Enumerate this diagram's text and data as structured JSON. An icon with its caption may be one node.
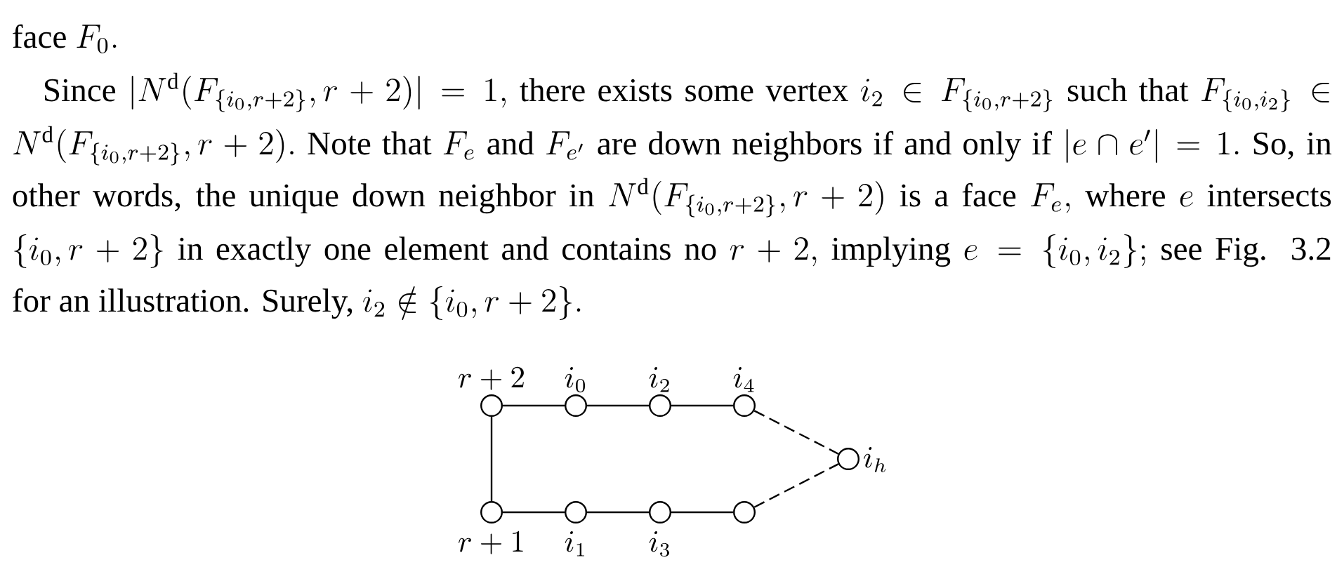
{
  "diagram": {
    "nodes": [
      {
        "text": [],
        "shape": "circle",
        "beside": [
          "r+2"
        ]
      },
      {
        "text": [],
        "shape": "circle",
        "beside": [
          "i_0"
        ]
      },
      {
        "text": [],
        "shape": "circle",
        "beside": [
          "i_2"
        ]
      },
      {
        "text": [],
        "shape": "circle",
        "beside": [
          "i_4"
        ]
      },
      {
        "text": [],
        "shape": "circle",
        "beside": [
          "i_h"
        ]
      },
      {
        "text": [],
        "shape": "circle",
        "beside": [
          "r+1"
        ]
      },
      {
        "text": [],
        "shape": "circle",
        "beside": [
          "i_1"
        ]
      },
      {
        "text": [],
        "shape": "circle",
        "beside": [
          "i_3"
        ]
      },
      {
        "text": [],
        "shape": "circle"
      }
    ],
    "edges": [
      {
        "from": 0,
        "to": 1,
        "arrow": "none"
      },
      {
        "from": 1,
        "to": 2,
        "arrow": "none"
      },
      {
        "from": 2,
        "to": 3,
        "arrow": "none"
      },
      {
        "from": 3,
        "to": 4,
        "arrow": "none",
        "style": "dashed"
      },
      {
        "from": 0,
        "to": 5,
        "arrow": "none"
      },
      {
        "from": 5,
        "to": 6,
        "arrow": "none"
      },
      {
        "from": 6,
        "to": 7,
        "arrow": "none"
      },
      {
        "from": 7,
        "to": 8,
        "arrow": "none"
      },
      {
        "from": 8,
        "to": 4,
        "arrow": "none",
        "style": "dashed"
      }
    ],
    "labels": [
      "face",
      "F_0.",
      "Since",
      "|N^{\\mathrm{d}}(F_{\\{i_0,r+2\\}},r+2)|=1,",
      "there exists some vertex",
      "i_2\\in F_{\\{i_0,r+2\\}}",
      "such that",
      "F_{\\{i_0,i_2\\}}\\in",
      "N^{\\mathrm{d}}(F_{\\{i_0,r+2\\}},r+2).",
      "Note that",
      "F_e",
      "and",
      "F_{e'}",
      "are down neighbors if and only if",
      "|e\\cap e'|=1.",
      "So, in",
      "other words, the unique down neighbor in",
      "N^{\\mathrm{d}}(F_{\\{i_0,r+2\\}},r+2)",
      "is a face",
      "F_e,",
      "where",
      "e",
      "intersects",
      "\\{i_0,r+2\\}",
      "in exactly one element and contains no",
      "r+2,",
      "implying",
      "e=\\{i_0,i_2\\};",
      "see Fig. 3.2",
      "for an illustration. Surely,",
      "i_2\\notin\\{i_0,r+2\\}."
    ]
  }
}
